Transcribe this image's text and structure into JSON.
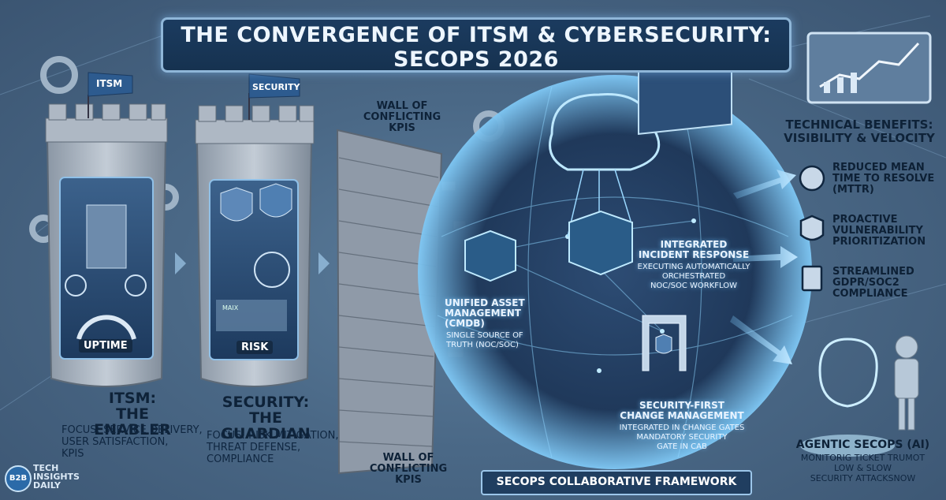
{
  "title": {
    "line1": "THE CONVERGENCE OF ITSM & CYBERSECURITY:",
    "line2": "SECOPS 2026"
  },
  "towers": {
    "itsm": {
      "flag": "ITSM",
      "panel": "UPTIME",
      "heading1": "ITSM:",
      "heading2": "THE ENABLER",
      "focus": [
        "FOCUS: SERVICE DELIVERY,",
        "USER SATISFACTION,",
        "KPIs"
      ]
    },
    "security": {
      "flag": "SECURITY",
      "panel": "RISK",
      "map_label": "MAIX",
      "heading1": "SECURITY:",
      "heading2": "THE GUARDIAN",
      "focus": [
        "FOCUS: RISK MITIGATION,",
        "THREAT DEFENSE,",
        "COMPLIANCE"
      ]
    }
  },
  "wall": {
    "top": [
      "WALL OF",
      "CONFLICTING",
      "KPIs"
    ],
    "bottom": [
      "WALL OF",
      "CONFLICTING KPIs"
    ]
  },
  "framework": {
    "cmdb": {
      "title": [
        "UNIFIED ASSET",
        "MANAGEMENT",
        "(CMDB)"
      ],
      "desc": [
        "SINGLE SOURCE OF",
        "TRUTH (NOC/SOC)"
      ]
    },
    "incident": {
      "title": [
        "INTEGRATED",
        "INCIDENT RESPONSE"
      ],
      "desc": [
        "EXECUTING AUTOMATICALLY",
        "ORCHESTRATED",
        "NOC/SOC WORKFLOW"
      ]
    },
    "change": {
      "title": [
        "SECURITY-FIRST",
        "CHANGE MANAGEMENT"
      ],
      "desc": [
        "INTEGRATED IN CHANGE GATES",
        "MANDATORY SECURITY",
        "GATE IN CAB"
      ]
    },
    "footer": "SECOPS COLLABORATIVE FRAMEWORK"
  },
  "benefits": {
    "heading": [
      "TECHNICAL BENEFITS:",
      "VISIBILITY & VELOCITY"
    ],
    "items": [
      {
        "icon": "stopwatch-icon",
        "lines": [
          "REDUCED MEAN",
          "TIME TO RESOLVE",
          "(MTTR)"
        ]
      },
      {
        "icon": "shield-lock-icon",
        "lines": [
          "PROACTIVE",
          "VULNERABILITY",
          "PRIORITIZATION"
        ]
      },
      {
        "icon": "checklist-icon",
        "lines": [
          "STREAMLINED",
          "GDPR/SOC2",
          "COMPLIANCE"
        ]
      }
    ]
  },
  "agentic": {
    "title": "AGENTIC SECOPS (AI)",
    "desc": [
      "MONITORIG TICKET TRUMOT",
      "LOW & SLOW",
      "SECURITY ATTACKSNOW"
    ]
  },
  "logo": {
    "badge": "B2B",
    "lines": [
      "TECH",
      "INSIGHTS",
      "DAILY"
    ]
  },
  "colors": {
    "title_bg": "#1b3b5f",
    "glow": "#9ad8ff",
    "stone": "#a9b4c0",
    "background": "#4a6886"
  }
}
